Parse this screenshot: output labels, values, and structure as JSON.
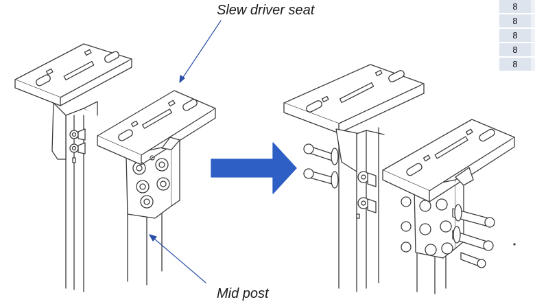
{
  "labels": {
    "slew_driver_seat": "Slew driver seat",
    "mid_post": "Mid post"
  },
  "quantity_table": [
    "8",
    "8",
    "8",
    "8",
    "8"
  ],
  "colors": {
    "arrow_fill": "#2d5fc4",
    "leader_line": "#2a4fa8",
    "line_art": "#3a3a3a",
    "table_cell": "#dde4ee"
  },
  "icons": {
    "transition_arrow": "right-arrow-icon"
  }
}
